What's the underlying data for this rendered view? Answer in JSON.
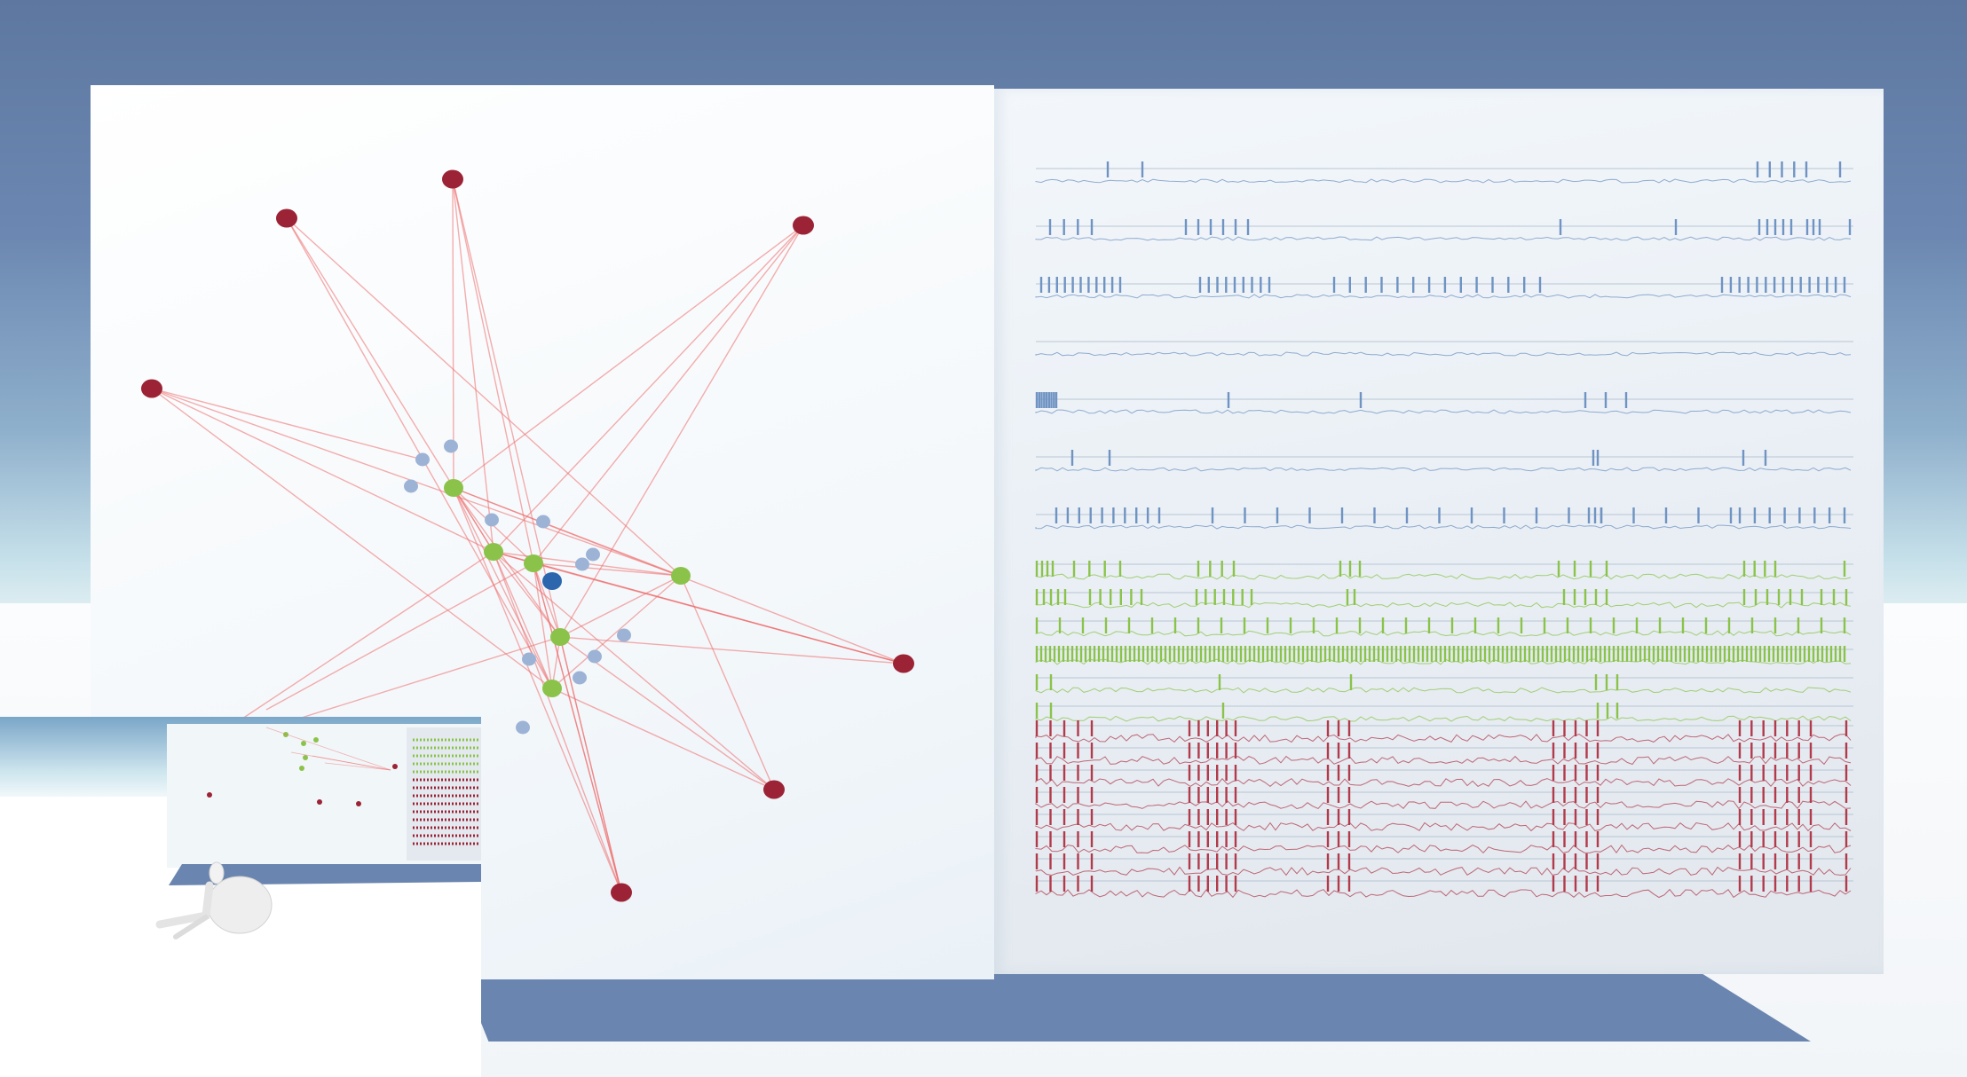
{
  "scene": {
    "sky_color": "#6c88b2",
    "floor_color": "#ffffff",
    "panel_color": "#f4f8fb"
  },
  "network": {
    "colors": {
      "input_neuron": "#9b2335",
      "excitatory_neuron": "#8bc34a",
      "inhibitory_neuron": "#9db3d6",
      "selected_neuron": "#2c67ae",
      "synapse": "#ef6b6b"
    }
  },
  "raster": {
    "colors": {
      "inhibitory_trace": "#6f93c2",
      "excitatory_trace": "#8bc34a",
      "input_trace": "#b23a4b"
    },
    "rows": {
      "inhibitory": 7,
      "excitatory": 6,
      "input": 8
    }
  },
  "minimap": {
    "present": true,
    "avatar": "robot-icon"
  }
}
